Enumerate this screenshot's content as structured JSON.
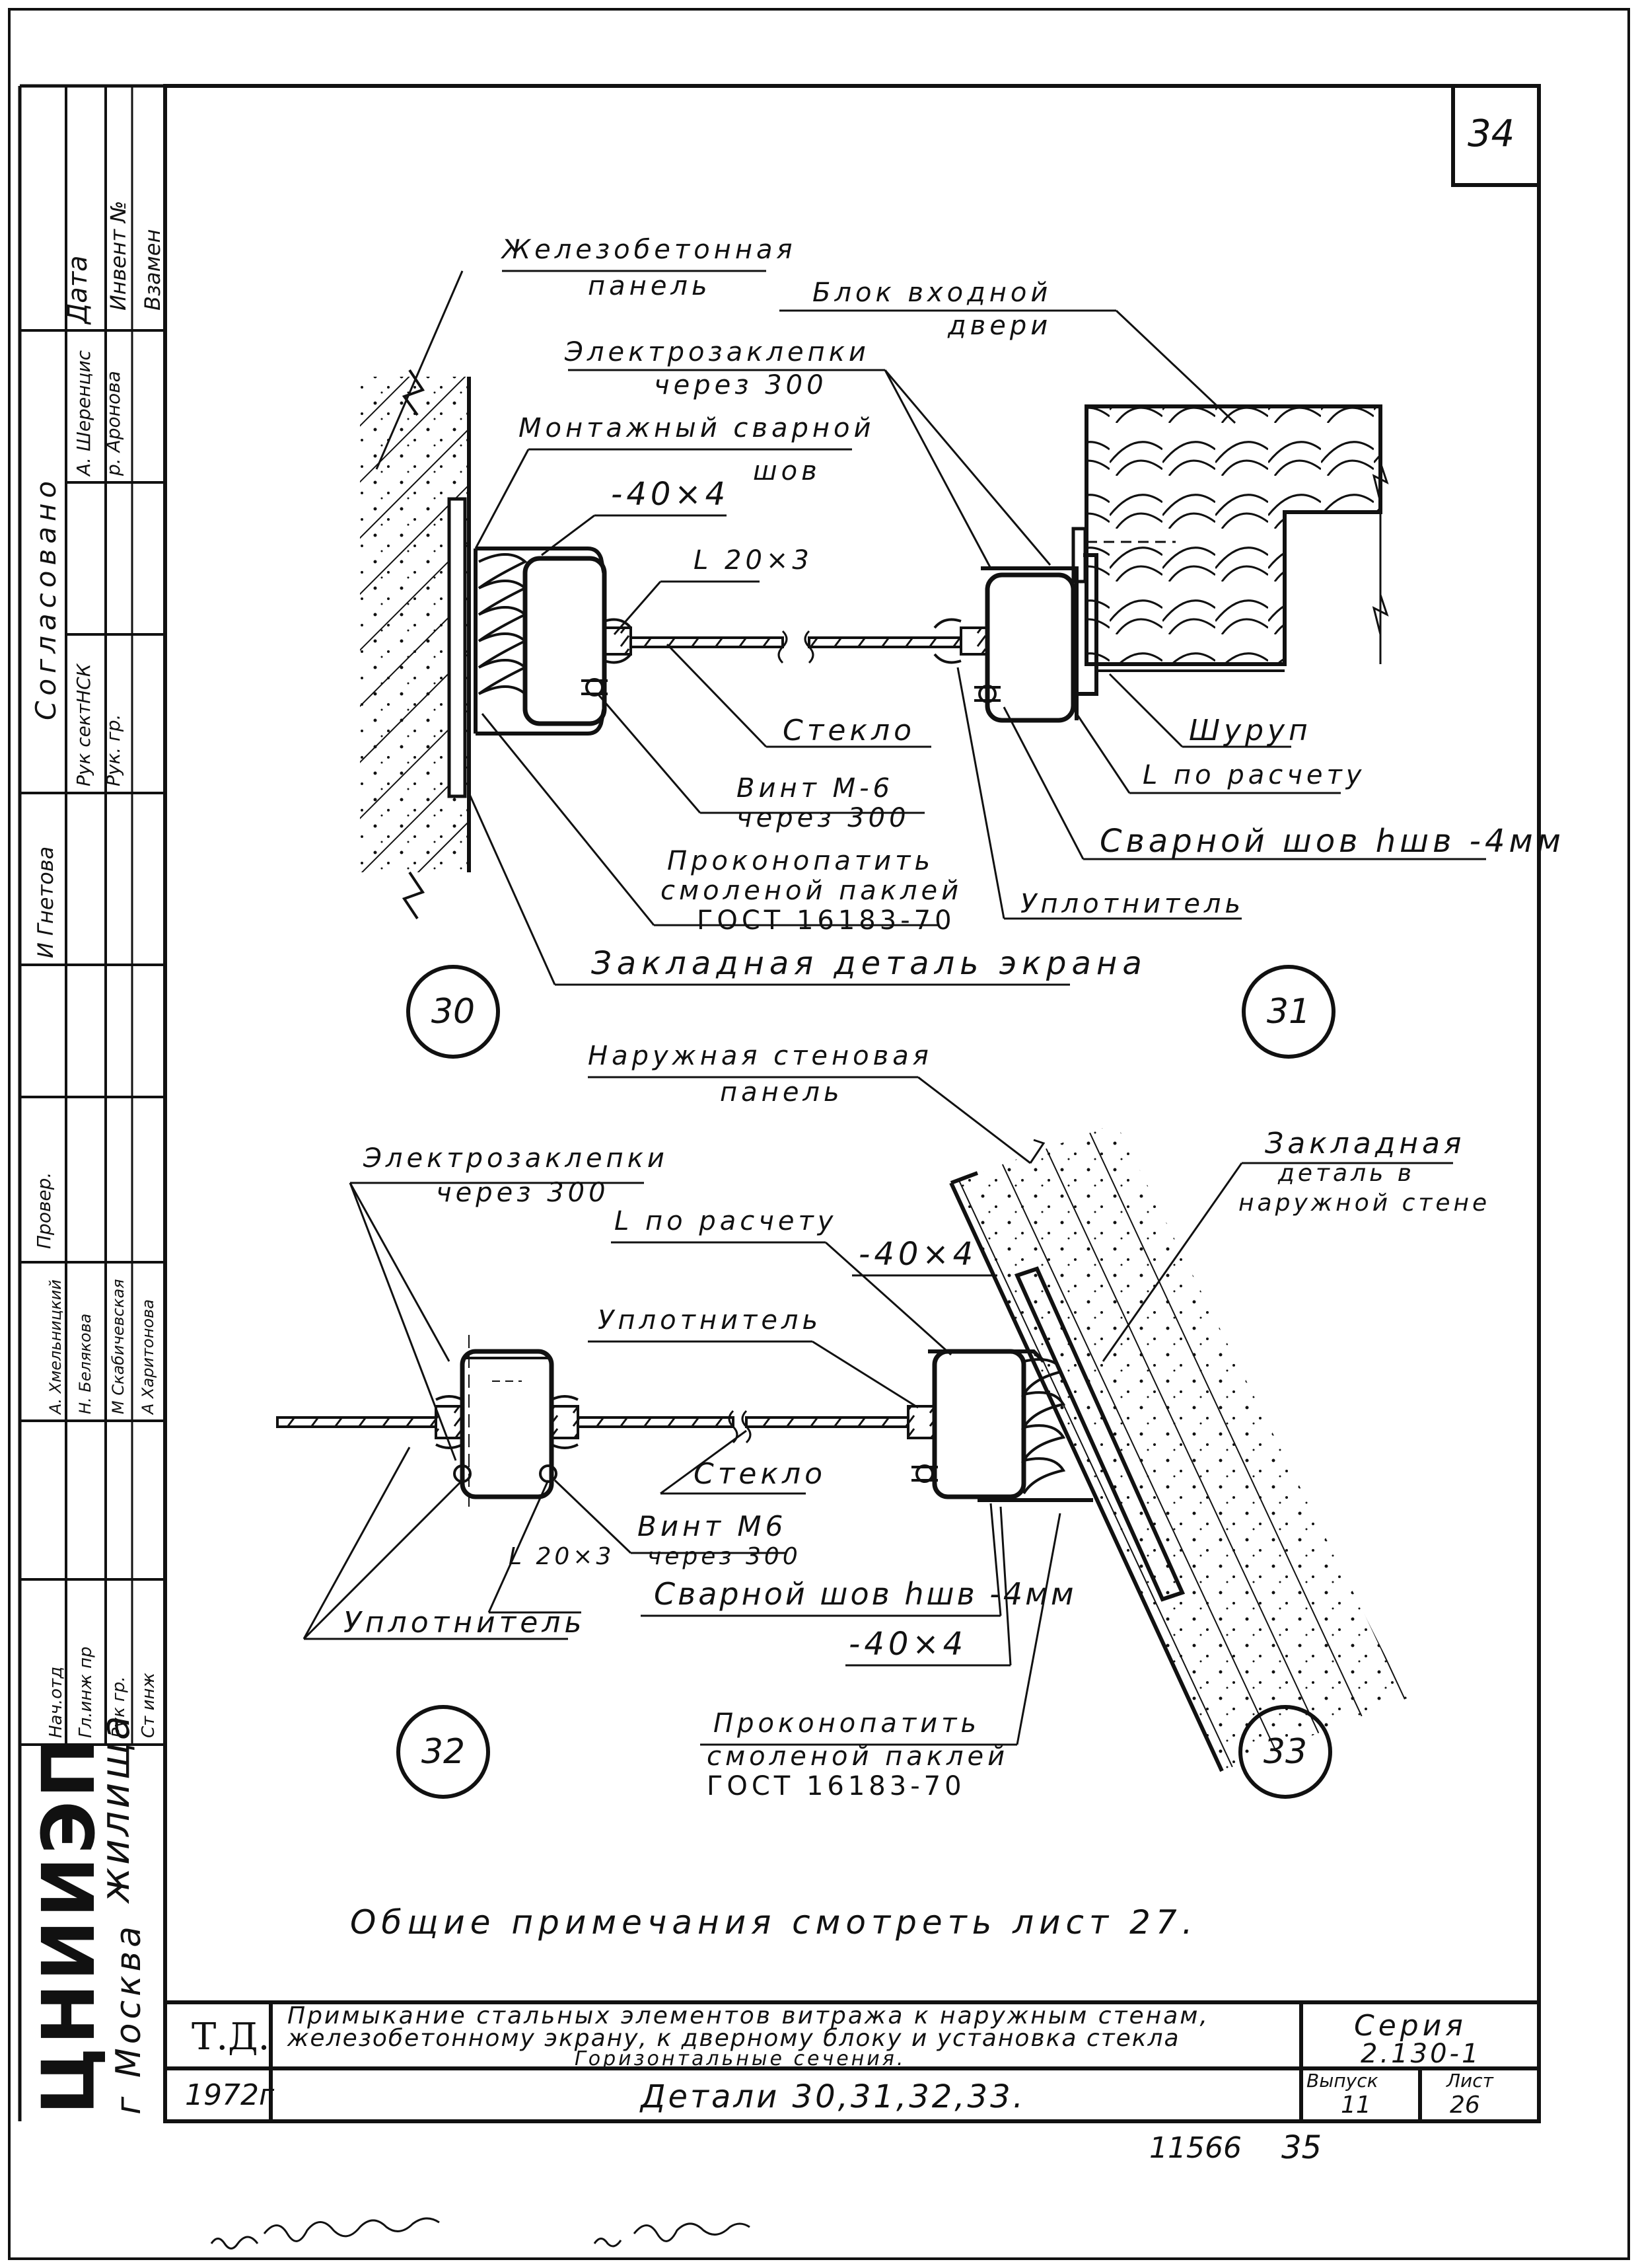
{
  "sheet_number": "34",
  "side_stamp": {
    "date_label": "Дата",
    "inv_label": "Инвент №",
    "replaces_label": "Взамен",
    "agreed_label": "Согласовано",
    "agreed_names": [
      "А. Шеренцис",
      "р. Аронова"
    ],
    "sector_head_label": "Рук сектНСК",
    "group_head_label": "Рук. гр.",
    "name_gnetova": "И Гнетова",
    "checked_label": "Провер.",
    "staff_names": [
      "А. Хмельницкий",
      "Н. Белякова",
      "М Скабичевская",
      "А Харитонова"
    ],
    "dept_labels": [
      "Нач.отд",
      "Гл.инж пр",
      "Рук гр.",
      "Ст инж"
    ],
    "institute_main": "ЦНИИЭП",
    "institute_sub": "жилища",
    "city": "г Москва"
  },
  "detail30": {
    "panel_label_1": "Железобетонная",
    "panel_label_2": "панель",
    "weld_label_1": "Монтажный сварной",
    "weld_label_2": "шов",
    "strip_label": "-40×4",
    "angle_label": "L 20×3",
    "glass_label": "Стекло",
    "screw_label_1": "Винт М-6",
    "screw_label_2": "через 300",
    "caulk_label_1": "Проконопатить",
    "caulk_label_2": "смоленой паклей",
    "caulk_label_3": "ГОСТ 16183-70",
    "embed_label": "Закладная деталь экрана",
    "number": "30"
  },
  "detail31": {
    "rivets_label_1": "Электрозаклепки",
    "rivets_label_2": "через 300",
    "door_label_1": "Блок входной",
    "door_label_2": "двери",
    "screw_label": "Шуруп",
    "angle_label": "L по расчету",
    "weld_label": "Сварной шов hшв -4мм",
    "seal_label": "Уплотнитель",
    "number": "31"
  },
  "detail32": {
    "rivets_label_1": "Электрозаклепки",
    "rivets_label_2": "через 300",
    "seal_label": "Уплотнитель",
    "angle_label": "L 20×3",
    "number": "32"
  },
  "detail33": {
    "wall_label_1": "Наружная стеновая",
    "wall_label_2": "панель",
    "embed_label_1": "Закладная",
    "embed_label_2": "деталь в",
    "embed_label_3": "наружной стене",
    "angle_label": "L по расчету",
    "strip_label_top": "-40×4",
    "seal_label": "Уплотнитель",
    "glass_label": "Стекло",
    "screw_label_1": "Винт М6",
    "screw_label_2": "через 300",
    "weld_label": "Сварной шов hшв -4мм",
    "strip_label_bottom": "-40×4",
    "caulk_label_1": "Проконопатить",
    "caulk_label_2": "смоленой паклей",
    "caulk_label_3": "ГОСТ 16183-70",
    "number": "33"
  },
  "general_note": "Общие примечания смотреть лист 27.",
  "title_block": {
    "td": "Т.Д.",
    "year": "1972г",
    "title_line1": "Примыкание стальных элементов витража к наружным стенам,",
    "title_line2": "железобетонному экрану, к дверному блоку и установка стекла",
    "title_line3": "Горизонтальные сечения.",
    "details": "Детали 30,31,32,33.",
    "series_label": "Серия",
    "series_value": "2.130-1",
    "issue_label": "Выпуск",
    "issue_value": "11",
    "sheet_label": "Лист",
    "sheet_value": "26"
  },
  "bottom_numbers": {
    "left": "11566",
    "right": "35"
  }
}
